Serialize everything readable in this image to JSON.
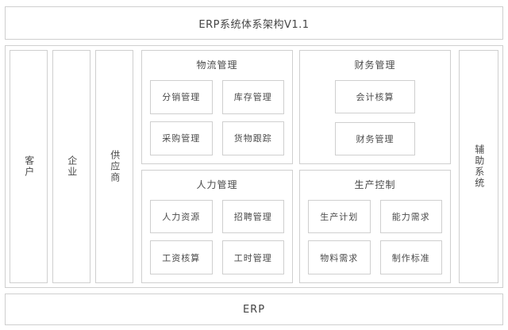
{
  "title_bar": {
    "text": "ERP系统体系架构V1.1"
  },
  "left_columns": [
    {
      "label": "客户"
    },
    {
      "label": "企业"
    },
    {
      "label": "供应商"
    }
  ],
  "right_column": {
    "label": "辅助系统"
  },
  "panels": [
    {
      "key": "logistics",
      "title": "物流管理",
      "layout": "grid-2",
      "tiles": [
        "分销管理",
        "库存管理",
        "采购管理",
        "货物跟踪"
      ]
    },
    {
      "key": "finance",
      "title": "财务管理",
      "layout": "single",
      "tiles": [
        "会计核算",
        "财务管理"
      ]
    },
    {
      "key": "human-resources",
      "title": "人力管理",
      "layout": "grid-2",
      "tiles": [
        "人力资源",
        "招聘管理",
        "工资核算",
        "工时管理"
      ]
    },
    {
      "key": "production-control",
      "title": "生产控制",
      "layout": "grid-2",
      "tiles": [
        "生产计划",
        "能力需求",
        "物料需求",
        "制作标准"
      ]
    }
  ],
  "footer_bar": {
    "text": "ERP"
  },
  "colors": {
    "border": "#cfcfcf",
    "text": "#4a4a4a",
    "background": "#ffffff"
  }
}
